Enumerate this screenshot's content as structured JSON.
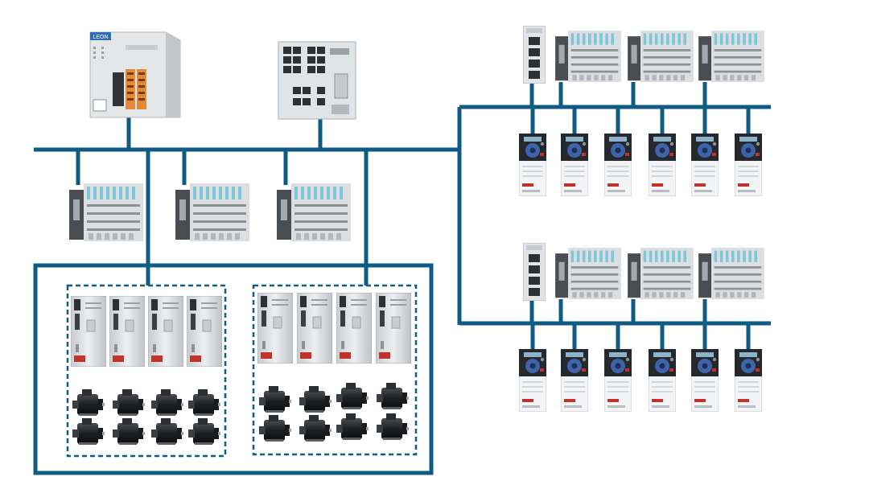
{
  "diagram": {
    "nodes": [
      {
        "id": "plc-controller",
        "kind": "controller",
        "badge_text": "LEON"
      },
      {
        "id": "ethernet-switch",
        "kind": "switch"
      },
      {
        "id": "io-module-1",
        "kind": "io-module"
      },
      {
        "id": "io-module-2",
        "kind": "io-module"
      },
      {
        "id": "io-module-3",
        "kind": "io-module"
      },
      {
        "id": "servo-drive-group-1",
        "kind": "servo-group",
        "drives": 4,
        "motors": 8
      },
      {
        "id": "servo-drive-group-2",
        "kind": "servo-group",
        "drives": 4,
        "motors": 8
      },
      {
        "id": "upper-adapter",
        "kind": "network-adapter"
      },
      {
        "id": "upper-io-modules",
        "kind": "io-module",
        "count": 3
      },
      {
        "id": "upper-vfds",
        "kind": "vfd",
        "count": 6
      },
      {
        "id": "lower-adapter",
        "kind": "network-adapter"
      },
      {
        "id": "lower-io-modules",
        "kind": "io-module",
        "count": 3
      },
      {
        "id": "lower-vfds",
        "kind": "vfd",
        "count": 6
      }
    ],
    "bus_color": "#0e5b84",
    "device_gray": "#d3d6d9",
    "drive_red": "#c0332b",
    "keypad_blue": "#3f63a8",
    "group_border_style": "dashed"
  }
}
